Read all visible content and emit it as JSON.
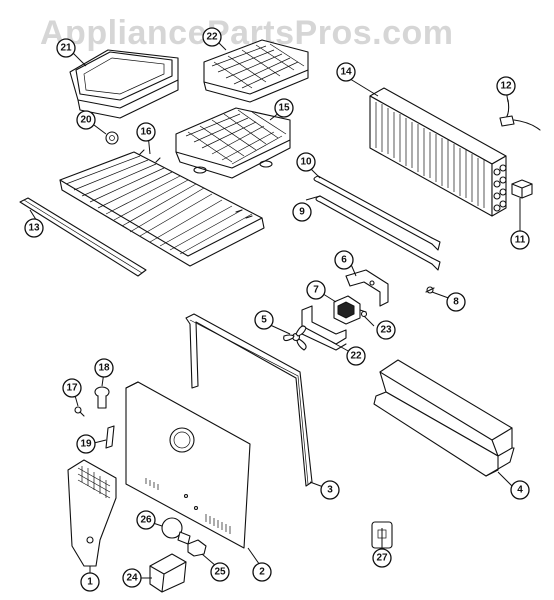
{
  "watermark": "AppliancePartsPros.com",
  "callouts": [
    {
      "id": "c1",
      "label": "1"
    },
    {
      "id": "c2",
      "label": "2"
    },
    {
      "id": "c3",
      "label": "3"
    },
    {
      "id": "c4",
      "label": "4"
    },
    {
      "id": "c5",
      "label": "5"
    },
    {
      "id": "c6",
      "label": "6"
    },
    {
      "id": "c7",
      "label": "7"
    },
    {
      "id": "c8",
      "label": "8"
    },
    {
      "id": "c9",
      "label": "9"
    },
    {
      "id": "c10",
      "label": "10"
    },
    {
      "id": "c11",
      "label": "11"
    },
    {
      "id": "c12",
      "label": "12"
    },
    {
      "id": "c13",
      "label": "13"
    },
    {
      "id": "c14",
      "label": "14"
    },
    {
      "id": "c15",
      "label": "15"
    },
    {
      "id": "c16",
      "label": "16"
    },
    {
      "id": "c17",
      "label": "17"
    },
    {
      "id": "c18",
      "label": "18"
    },
    {
      "id": "c19",
      "label": "19"
    },
    {
      "id": "c20",
      "label": "20"
    },
    {
      "id": "c21",
      "label": "21"
    },
    {
      "id": "c22",
      "label": "22"
    },
    {
      "id": "c23",
      "label": "23"
    },
    {
      "id": "c24",
      "label": "24"
    },
    {
      "id": "c25",
      "label": "25"
    },
    {
      "id": "c26",
      "label": "26"
    },
    {
      "id": "c27",
      "label": "27"
    }
  ]
}
